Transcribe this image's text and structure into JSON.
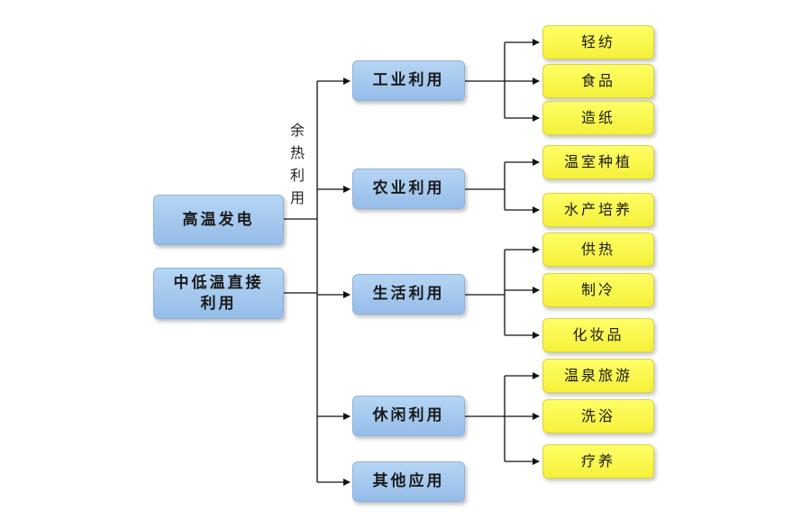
{
  "sources": {
    "high_temp": "高温发电",
    "low_temp_line1": "中低温直接",
    "low_temp_line2": "利用"
  },
  "waste_heat_label": "余热利用",
  "categories": {
    "industrial": "工业利用",
    "agricultural": "农业利用",
    "living": "生活利用",
    "leisure": "休闲利用",
    "other": "其他应用"
  },
  "items": {
    "industrial": [
      "轻纺",
      "食品",
      "造纸"
    ],
    "agricultural": [
      "温室种植",
      "水产培养"
    ],
    "living": [
      "供热",
      "制冷",
      "化妆品"
    ],
    "leisure": [
      "温泉旅游",
      "洗浴",
      "疗养"
    ]
  },
  "colors": {
    "category_fill": "#a8cbf0",
    "item_fill": "#ffff55",
    "line": "#111111"
  }
}
